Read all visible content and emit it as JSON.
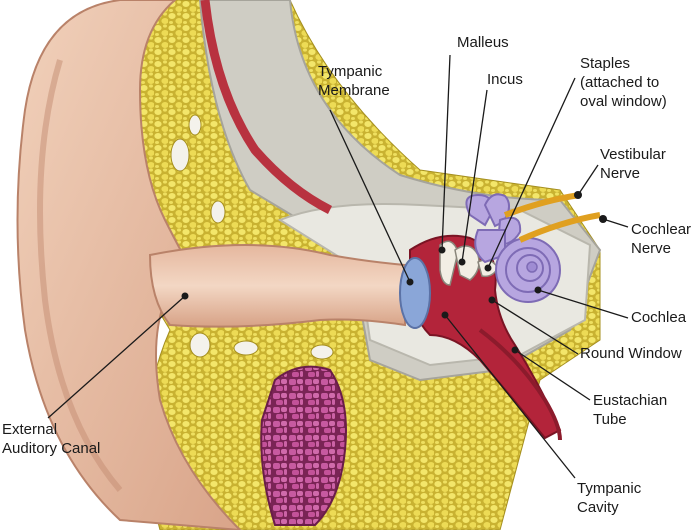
{
  "labels": {
    "tympanic_membrane": "Tympanic\nMembrane",
    "malleus": "Malleus",
    "incus": "Incus",
    "staples": "Staples\n(attached to\noval window)",
    "vestibular_nerve": "Vestibular\nNerve",
    "cochlear_nerve": "Cochlear\nNerve",
    "cochlea": "Cochlea",
    "round_window": "Round Window",
    "eustachian_tube": "Eustachian\nTube",
    "tympanic_cavity": "Tympanic\nCavity",
    "external_auditory_canal": "External\nAuditory Canal"
  },
  "colors": {
    "skin": "#e8bfa4",
    "skin_shadow": "#c98f76",
    "fat": "#e6d64a",
    "bone": "#dedcd2",
    "bone_outline": "#b9b7ad",
    "artery": "#b8323f",
    "tissue": "#b44a8e",
    "membrane": "#8aa6d8",
    "cochlea": "#b7a6e0",
    "nerve": "#e0a020",
    "tube": "#b3243a"
  }
}
